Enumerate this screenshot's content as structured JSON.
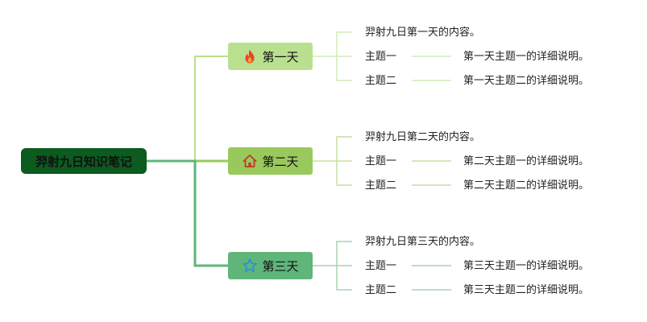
{
  "root": {
    "title": "羿射九日知识笔记"
  },
  "colors": {
    "root": "#0c5b1f",
    "day1": "#b9e08f",
    "day2": "#99c95c",
    "day3": "#5fb57a"
  },
  "days": [
    {
      "label": "第一天",
      "icon": "fire-icon",
      "summary": "羿射九日第一天的内容。",
      "topics": [
        {
          "label": "主题一",
          "detail": "第一天主题一的详细说明。"
        },
        {
          "label": "主题二",
          "detail": "第一天主题二的详细说明。"
        }
      ]
    },
    {
      "label": "第二天",
      "icon": "home-icon",
      "summary": "羿射九日第二天的内容。",
      "topics": [
        {
          "label": "主题一",
          "detail": "第二天主题一的详细说明。"
        },
        {
          "label": "主题二",
          "detail": "第二天主题二的详细说明。"
        }
      ]
    },
    {
      "label": "第三天",
      "icon": "star-icon",
      "summary": "羿射九日第三天的内容。",
      "topics": [
        {
          "label": "主题一",
          "detail": "第三天主题一的详细说明。"
        },
        {
          "label": "主题二",
          "detail": "第三天主题二的详细说明。"
        }
      ]
    }
  ]
}
